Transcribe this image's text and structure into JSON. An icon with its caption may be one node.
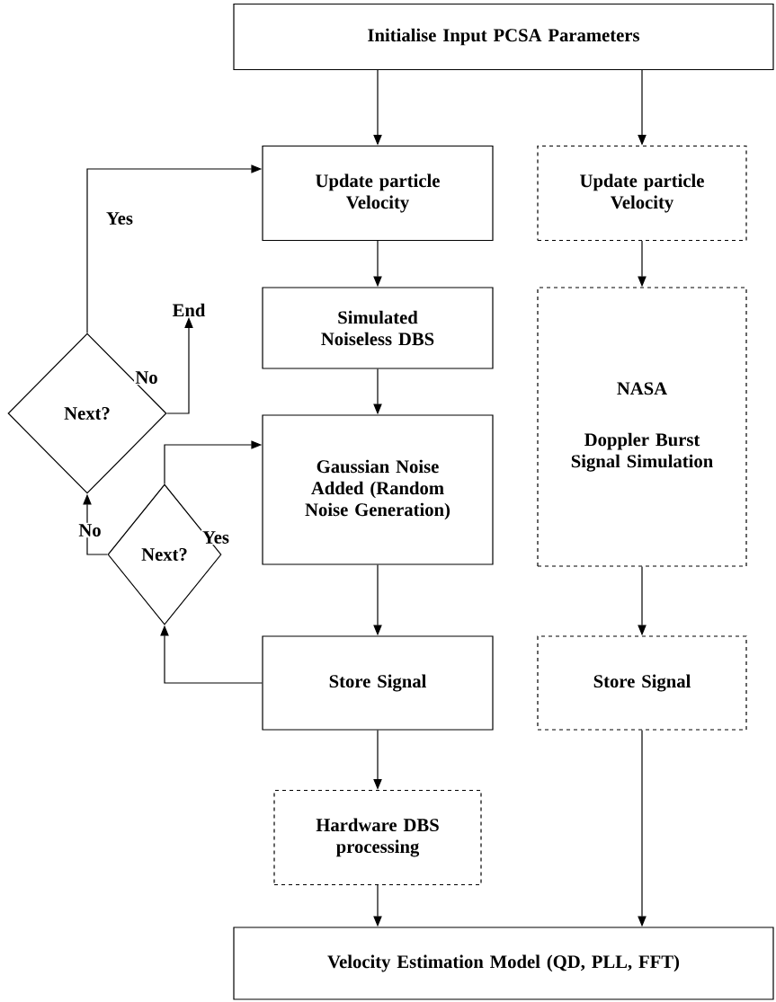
{
  "diagram": {
    "nodes": [
      {
        "text": [
          "Initialise Input PCSA Parameters"
        ]
      },
      {
        "text": [
          "Update particle Velocity"
        ]
      },
      {
        "text": [
          "Update particle Velocity"
        ]
      },
      {
        "text": [
          "Simulated Noiseless DBS"
        ]
      },
      {
        "text": [
          "Gaussian Noise Added (Random Noise Generation)"
        ]
      },
      {
        "text": [
          "NASA",
          "Doppler Burst Signal Simulation"
        ]
      },
      {
        "text": [
          "Store Signal"
        ]
      },
      {
        "text": [
          "Store Signal"
        ]
      },
      {
        "text": [
          "Hardware DBS processing"
        ]
      },
      {
        "text": [
          "Velocity Estimation Model (QD, PLL, FFT)"
        ]
      },
      {
        "text": [
          "Next?"
        ]
      },
      {
        "text": [
          "Next?"
        ]
      },
      {
        "text": [
          "End"
        ]
      }
    ],
    "edges": [
      {
        "from": 0,
        "to": 1,
        "arrow": "to"
      },
      {
        "from": 0,
        "to": 2,
        "arrow": "to"
      },
      {
        "from": 1,
        "to": 3,
        "arrow": "to"
      },
      {
        "from": 3,
        "to": 4,
        "arrow": "to"
      },
      {
        "from": 4,
        "to": 6,
        "arrow": "to"
      },
      {
        "from": 6,
        "to": 8,
        "arrow": "to"
      },
      {
        "from": 8,
        "to": 9,
        "arrow": "to"
      },
      {
        "from": 2,
        "to": 5,
        "arrow": "to"
      },
      {
        "from": 5,
        "to": 7,
        "arrow": "to"
      },
      {
        "from": 7,
        "to": 9,
        "arrow": "to"
      },
      {
        "from": 6,
        "to": 11,
        "arrow": "to"
      },
      {
        "from": 11,
        "to": 4,
        "arrow": "to",
        "label": "Yes"
      },
      {
        "from": 11,
        "to": 10,
        "arrow": "to",
        "label": "No"
      },
      {
        "from": 10,
        "to": 1,
        "arrow": "to",
        "label": "Yes"
      },
      {
        "from": 10,
        "to": 12,
        "arrow": "to",
        "label": "No"
      }
    ]
  }
}
